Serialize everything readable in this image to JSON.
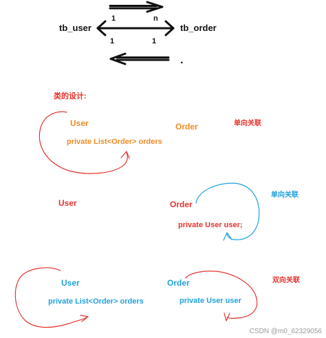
{
  "header": {
    "left_table": "tb_user",
    "right_table": "tb_order",
    "top_left_mult": "1",
    "top_right_mult": "n",
    "bottom_left_mult": "1",
    "bottom_right_mult": "1",
    "dot": "."
  },
  "class_design": {
    "title": "类的设计:",
    "class_name": "User",
    "field": "private List<Order> orders",
    "aside_class": "Order",
    "relation": "单向关联"
  },
  "unidirectional": {
    "user_class": "User",
    "order_class": "Order",
    "field": "private User user;",
    "relation": "单向关联"
  },
  "bidirectional": {
    "user_class": "User",
    "user_field": "private List<Order> orders",
    "order_class": "Order",
    "order_field": "private User user",
    "relation": "双向关联"
  },
  "watermark": "CSDN @m0_62329056",
  "colors": {
    "black": "#111111",
    "orange": "#f08a24",
    "red": "#e5322d",
    "blue": "#1fa1dc"
  }
}
